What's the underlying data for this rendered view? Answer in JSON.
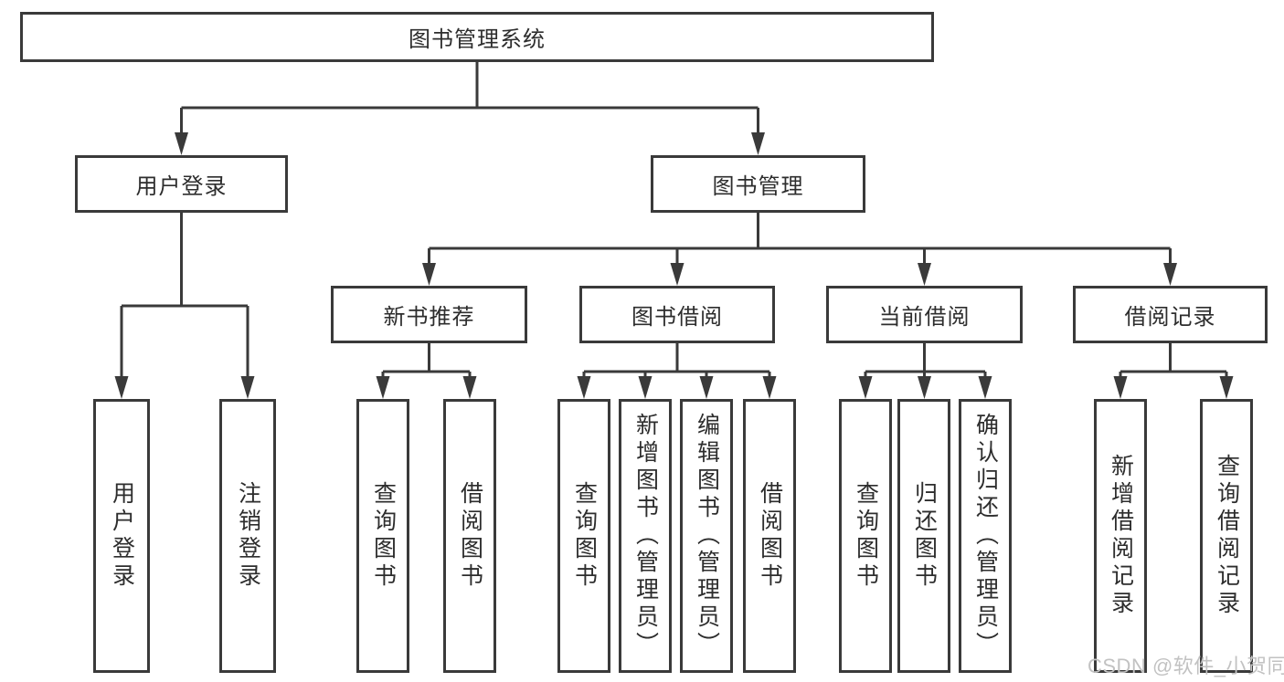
{
  "diagram": {
    "title": "图书管理系统",
    "branches": {
      "user_login": {
        "label": "用户登录",
        "children": [
          {
            "label": "用户登录"
          },
          {
            "label": "注销登录"
          }
        ]
      },
      "book_mgmt": {
        "label": "图书管理",
        "children": [
          {
            "label": "新书推荐",
            "children": [
              {
                "label": "查询图书"
              },
              {
                "label": "借阅图书"
              }
            ]
          },
          {
            "label": "图书借阅",
            "children": [
              {
                "label": "查询图书"
              },
              {
                "label": "新增图书（管理员）"
              },
              {
                "label": "编辑图书（管理员）"
              },
              {
                "label": "借阅图书"
              }
            ]
          },
          {
            "label": "当前借阅",
            "children": [
              {
                "label": "查询图书"
              },
              {
                "label": "归还图书"
              },
              {
                "label": "确认归还（管理员）"
              }
            ]
          },
          {
            "label": "借阅记录",
            "children": [
              {
                "label": "新增借阅记录"
              },
              {
                "label": "查询借阅记录"
              }
            ]
          }
        ]
      }
    },
    "colors": {
      "line": "#3a3a3a",
      "text": "#2d2d2d",
      "watermark": "#c2c2c2",
      "background": "#ffffff"
    }
  },
  "watermark": {
    "text": "CSDN @软件_小贺同学"
  }
}
